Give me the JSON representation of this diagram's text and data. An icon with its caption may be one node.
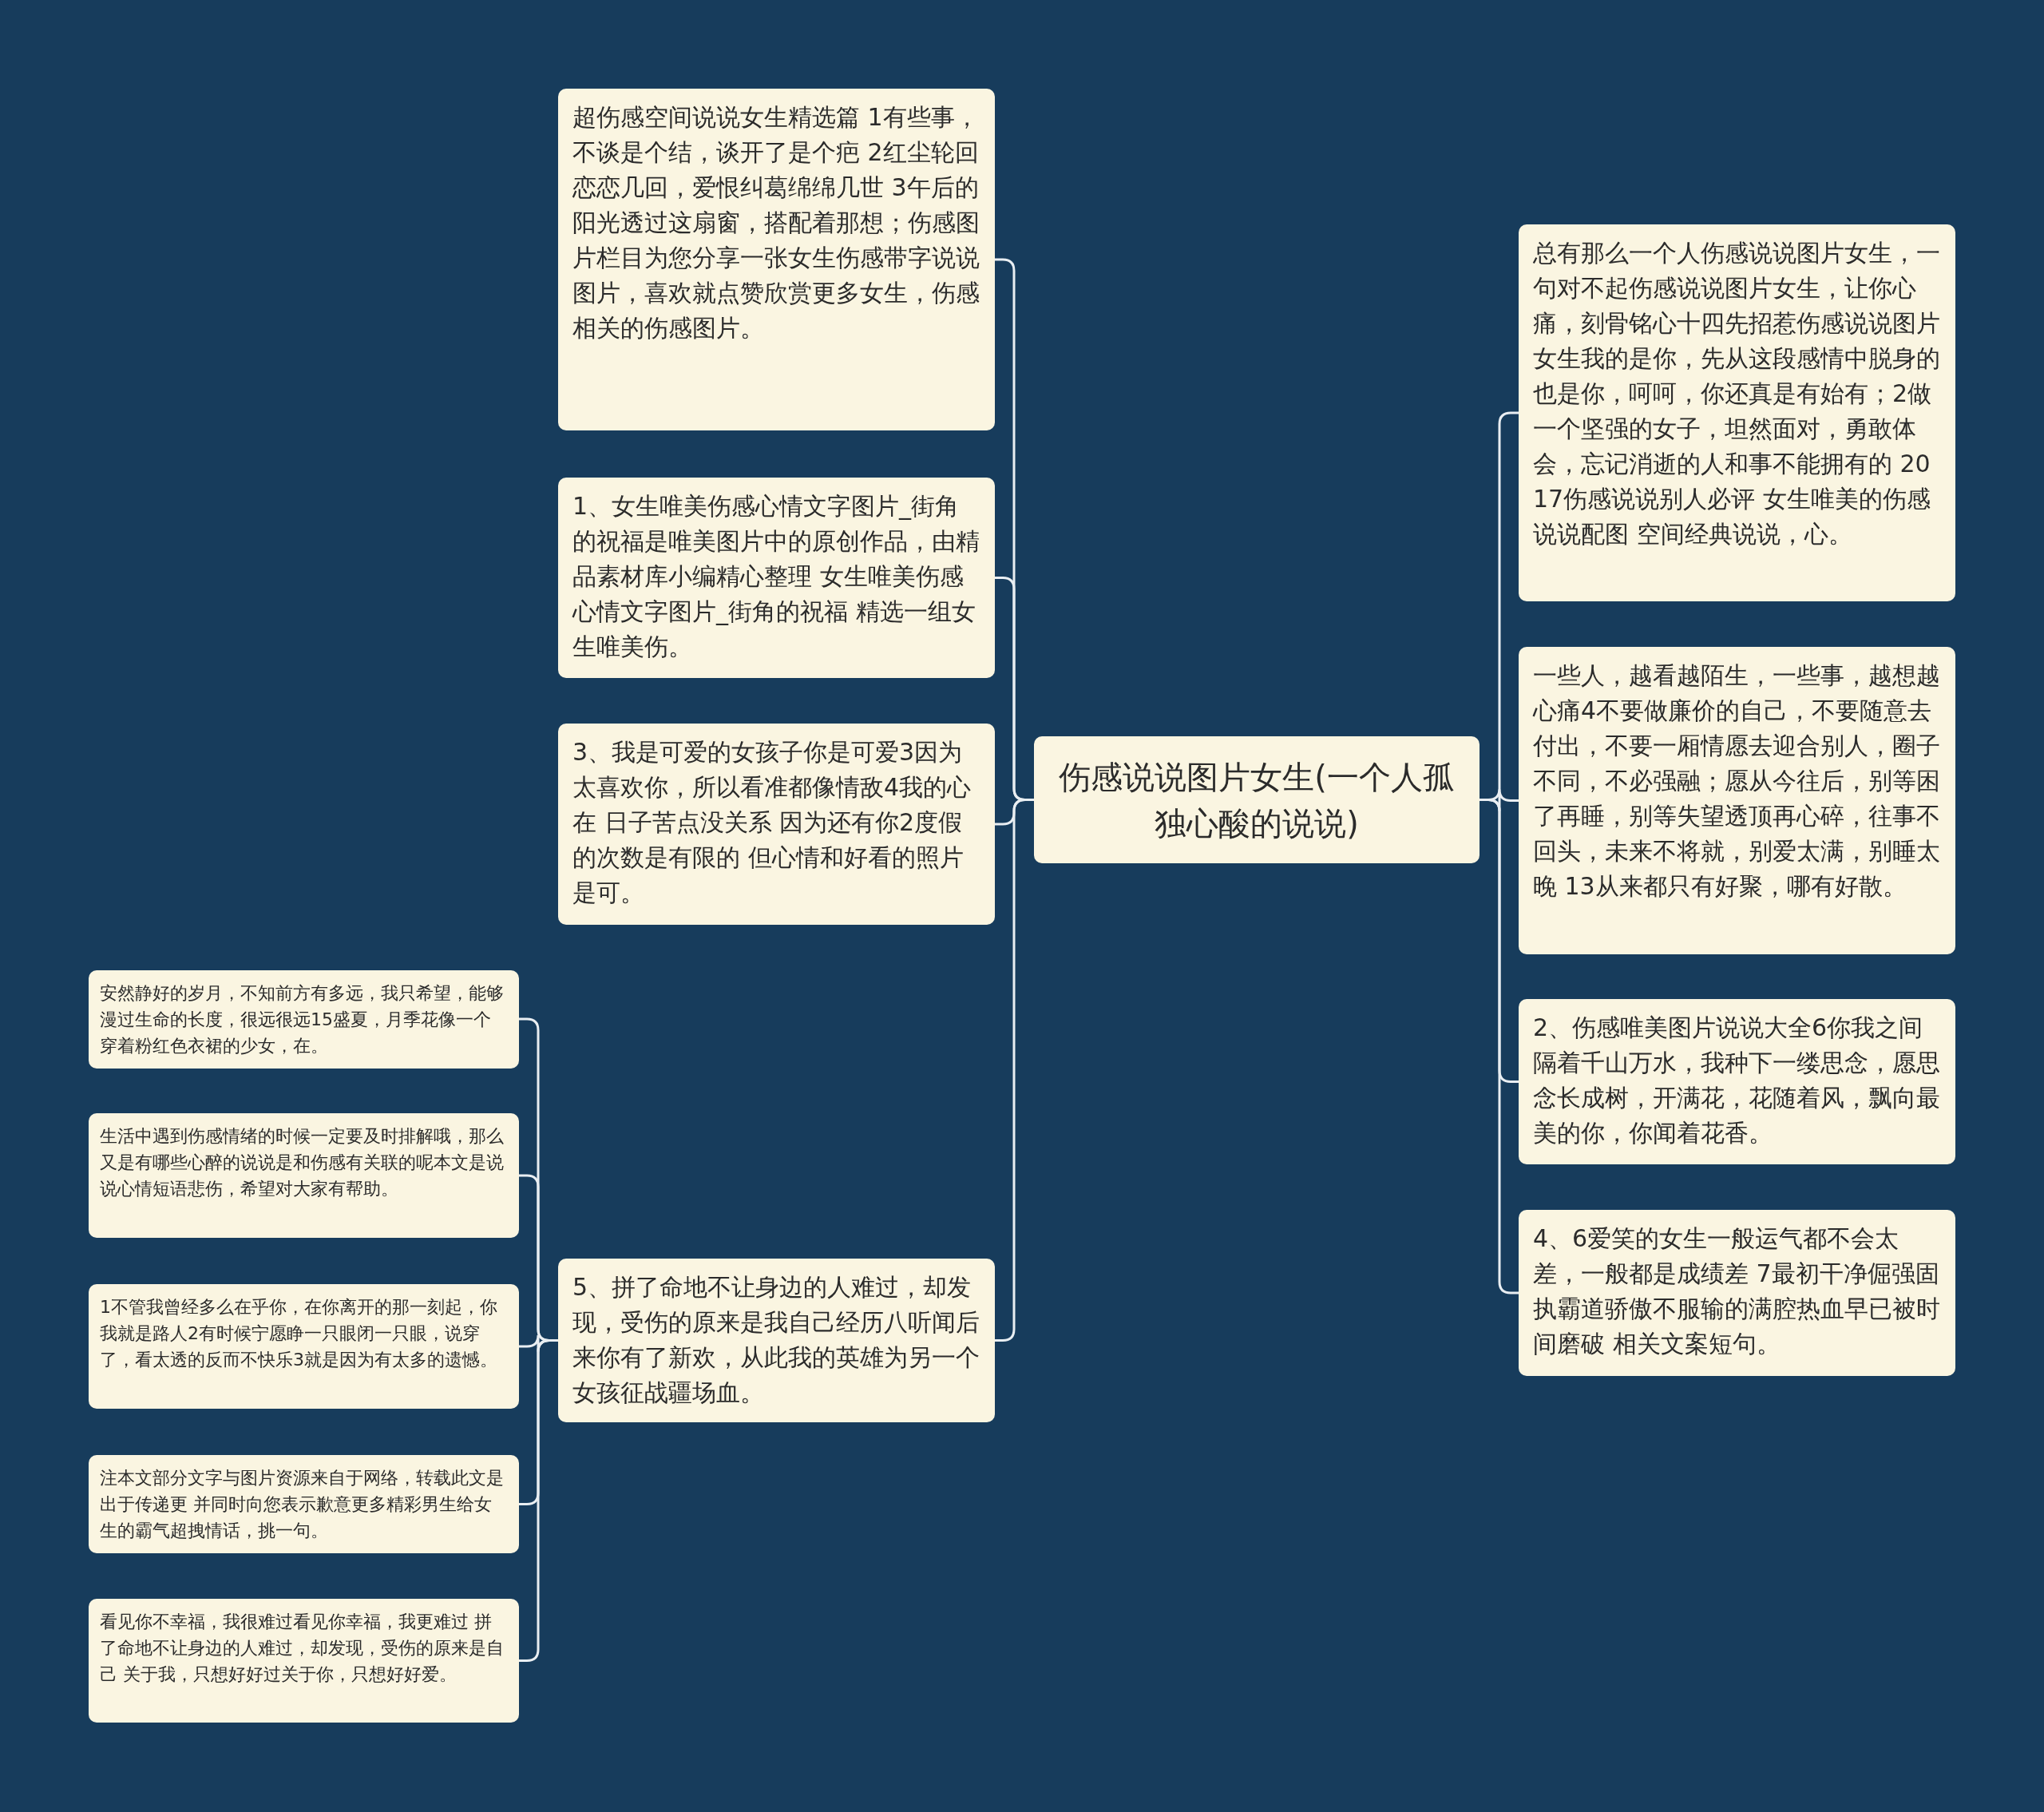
{
  "diagram": {
    "nodes": [
      {
        "text": [
          "伤感说说图片女生(一个人孤独心酸的说说)"
        ]
      },
      {
        "text": [
          "超伤感空间说说女生精选篇 1有些事，不谈是个结，谈开了是个疤 2红尘轮回恋恋几回，爱恨纠葛绵绵几世 3午后的阳光透过这扇窗，搭配着那想；伤感图片栏目为您分享一张女生伤感带字说说图片，喜欢就点赞欣赏更多女生，伤感相关的伤感图片。"
        ]
      },
      {
        "text": [
          "1、女生唯美伤感心情文字图片_街角的祝福是唯美图片中的原创作品，由精品素材库小编精心整理 女生唯美伤感心情文字图片_街角的祝福 精选一组女生唯美伤。"
        ]
      },
      {
        "text": [
          "3、我是可爱的女孩子你是可爱3因为太喜欢你，所以看准都像情敌4我的心在 日子苦点没关系 因为还有你2度假的次数是有限的 但心情和好看的照片是可。"
        ]
      },
      {
        "text": [
          "5、拼了命地不让身边的人难过，却发现，受伤的原来是我自己经历八听闻后来你有了新欢，从此我的英雄为另一个女孩征战疆场血。"
        ]
      },
      {
        "text": [
          "安然静好的岁月，不知前方有多远，我只希望，能够漫过生命的长度，很远很远15盛夏，月季花像一个穿着粉红色衣裙的少女，在。"
        ]
      },
      {
        "text": [
          "生活中遇到伤感情绪的时候一定要及时排解哦，那么又是有哪些心醉的说说是和伤感有关联的呢本文是说说心情短语悲伤，希望对大家有帮助。"
        ]
      },
      {
        "text": [
          "1不管我曾经多么在乎你，在你离开的那一刻起，你我就是路人2有时候宁愿睁一只眼闭一只眼，说穿了，看太透的反而不快乐3就是因为有太多的遗憾。"
        ]
      },
      {
        "text": [
          "注本文部分文字与图片资源来自于网络，转载此文是出于传递更 并同时向您表示歉意更多精彩男生给女生的霸气超拽情话，挑一句。"
        ]
      },
      {
        "text": [
          "看见你不幸福，我很难过看见你幸福，我更难过 拼了命地不让身边的人难过，却发现，受伤的原来是自己 关于我，只想好好过关于你，只想好好爱。"
        ]
      },
      {
        "text": [
          "总有那么一个人伤感说说图片女生，一句对不起伤感说说图片女生，让你心痛，刻骨铭心十四先招惹伤感说说图片女生我的是你，先从这段感情中脱身的也是你，呵呵，你还真是有始有；2做一个坚强的女子，坦然面对，勇敢体会，忘记消逝的人和事不能拥有的 2017伤感说说别人必评 女生唯美的伤感说说配图 空间经典说说，心。"
        ]
      },
      {
        "text": [
          "一些人，越看越陌生，一些事，越想越心痛4不要做廉价的自己，不要随意去付出，不要一厢情愿去迎合别人，圈子不同，不必强融；愿从今往后，别等困了再睡，别等失望透顶再心碎，往事不回头，未来不将就，别爱太满，别睡太晚 13从来都只有好聚，哪有好散。"
        ]
      },
      {
        "text": [
          "2、伤感唯美图片说说大全6你我之间隔着千山万水，我种下一缕思念，愿思念长成树，开满花，花随着风，飘向最美的你，你闻着花香。"
        ]
      },
      {
        "text": [
          "4、6爱笑的女生一般运气都不会太差，一般都是成绩差 7最初干净倔强固执霸道骄傲不服输的满腔热血早已被时间磨破 相关文案短句。"
        ]
      }
    ],
    "edges": [
      {
        "from": 0,
        "to": 1,
        "arrow": "none"
      },
      {
        "from": 0,
        "to": 2,
        "arrow": "none"
      },
      {
        "from": 0,
        "to": 3,
        "arrow": "none"
      },
      {
        "from": 0,
        "to": 4,
        "arrow": "none"
      },
      {
        "from": 4,
        "to": 5,
        "arrow": "none"
      },
      {
        "from": 4,
        "to": 6,
        "arrow": "none"
      },
      {
        "from": 4,
        "to": 7,
        "arrow": "none"
      },
      {
        "from": 4,
        "to": 8,
        "arrow": "none"
      },
      {
        "from": 4,
        "to": 9,
        "arrow": "none"
      },
      {
        "from": 0,
        "to": 10,
        "arrow": "none"
      },
      {
        "from": 0,
        "to": 11,
        "arrow": "none"
      },
      {
        "from": 0,
        "to": 12,
        "arrow": "none"
      },
      {
        "from": 0,
        "to": 13,
        "arrow": "none"
      }
    ]
  }
}
